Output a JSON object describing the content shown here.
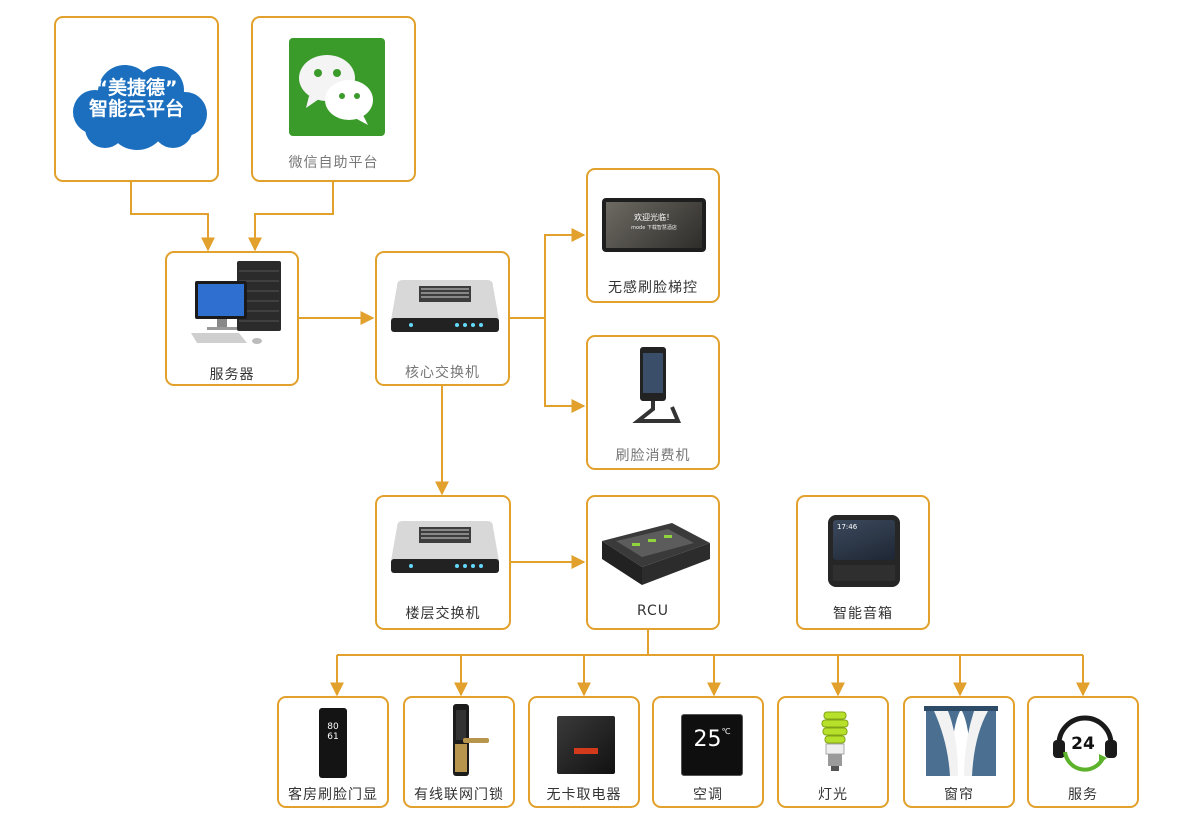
{
  "cloud": {
    "line1": "“美捷德”",
    "line2": "智能云平台"
  },
  "wechat": {
    "label": "微信自助平台"
  },
  "server": {
    "label": "服务器"
  },
  "core_switch": {
    "label": "核心交换机"
  },
  "elevator": {
    "label": "无感刷脸梯控",
    "screen_line1": "欢迎光临！",
    "screen_line2": "mode 下载智慧酒店"
  },
  "consumer": {
    "label": "刷脸消费机"
  },
  "floor_switch": {
    "label": "楼层交换机"
  },
  "rcu": {
    "label": "RCU"
  },
  "speaker": {
    "label": "智能音箱",
    "time": "17:46"
  },
  "devices": [
    {
      "label": "客房刷脸门显",
      "door_number": "8061"
    },
    {
      "label": "有线联网门锁"
    },
    {
      "label": "无卡取电器"
    },
    {
      "label": "空调",
      "temperature": "25",
      "temperature_unit": "℃"
    },
    {
      "label": "灯光"
    },
    {
      "label": "窗帘"
    },
    {
      "label": "服务",
      "badge": "24"
    }
  ],
  "colors": {
    "border": "#e1a12c",
    "connector": "#e1a12c",
    "cloud": "#1b6fbe",
    "wechat": "#3a9a2a"
  }
}
